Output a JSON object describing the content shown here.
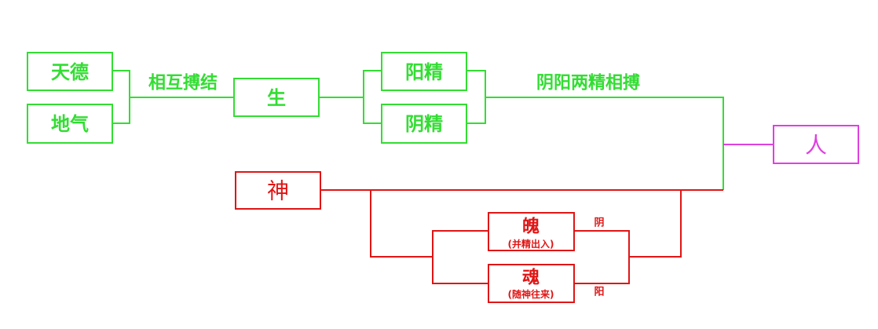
{
  "colors": {
    "green": "#33dd33",
    "red": "#e01515",
    "magenta": "#e040e0"
  },
  "green_part": {
    "tiande": "天德",
    "diqi": "地气",
    "link_label": "相互搏结",
    "sheng": "生",
    "yangjing": "阳精",
    "yinjing": "阴精",
    "merge_label": "阴阳两精相搏"
  },
  "ren": "人",
  "red_part": {
    "shen": "神",
    "po": "魄",
    "po_note": "(并精出入)",
    "hun": "魂",
    "hun_note": "(随神往来)",
    "yin_tag": "阴",
    "yang_tag": "阳"
  }
}
